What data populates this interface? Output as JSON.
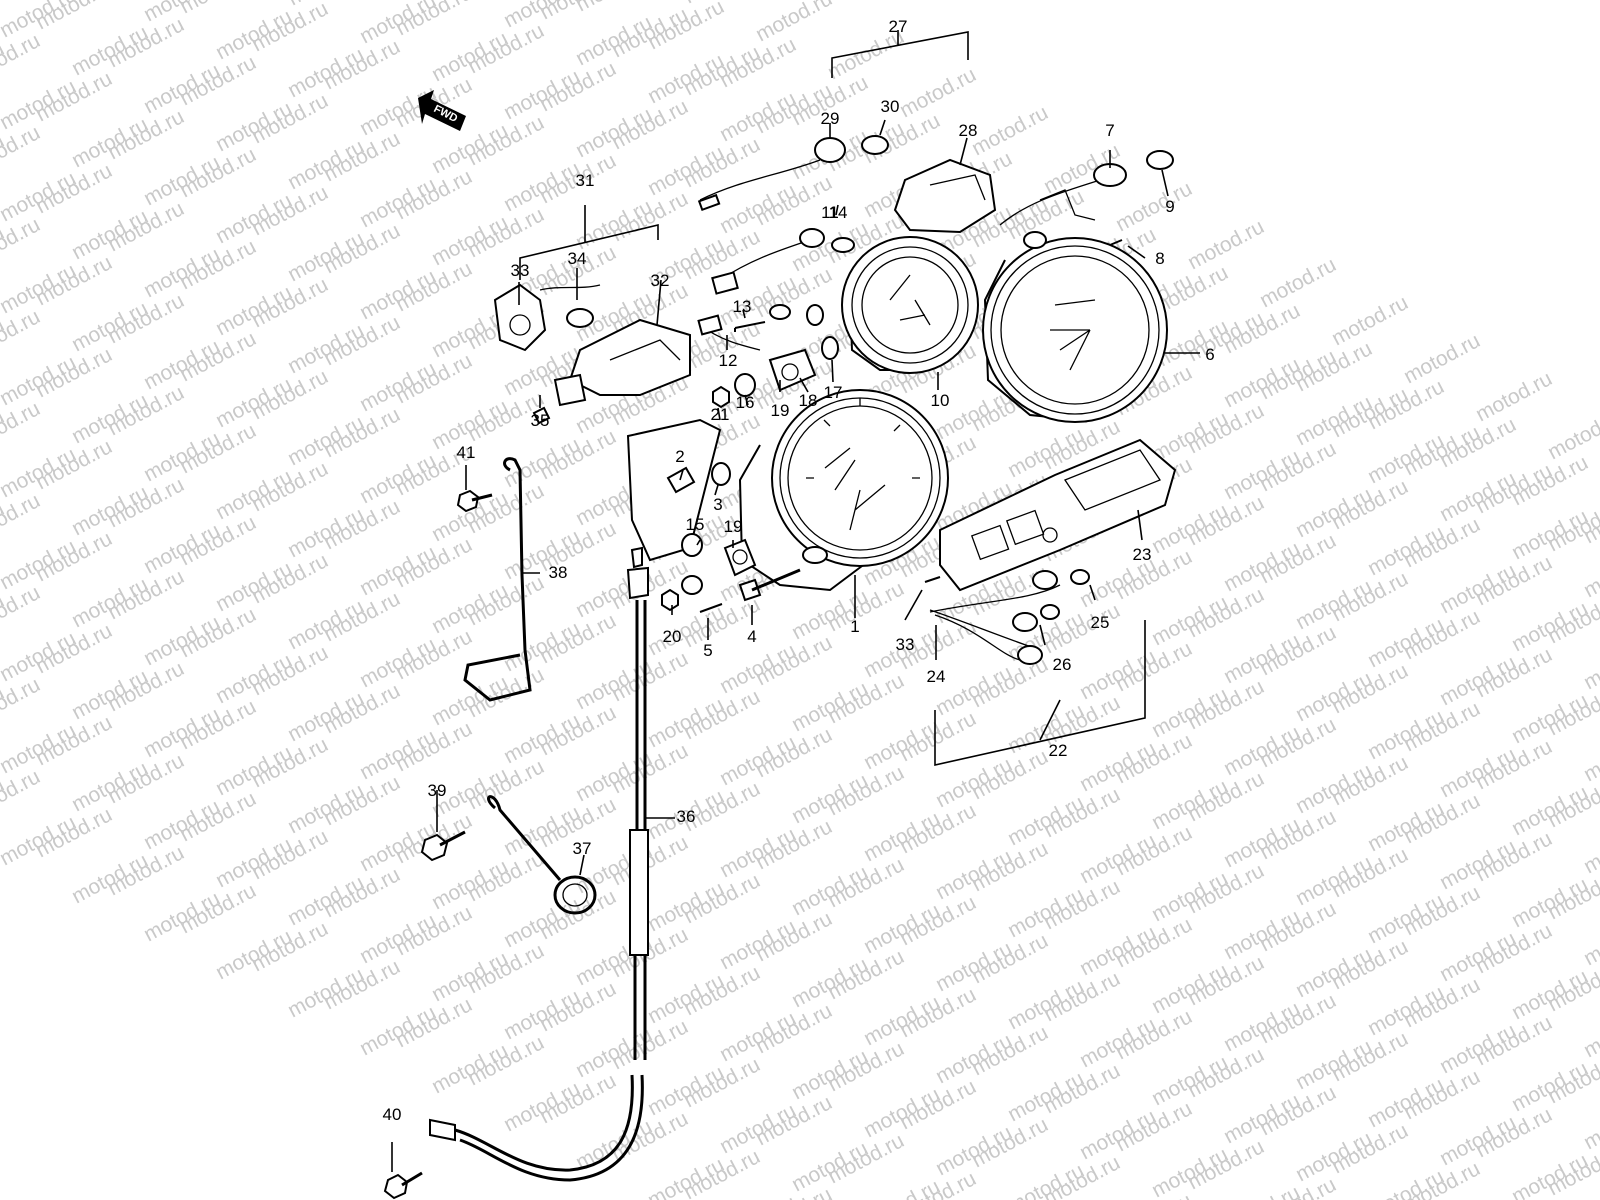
{
  "watermark": {
    "text": "motod.ru"
  },
  "direction_badge": {
    "text": "FWD"
  },
  "callouts": [
    {
      "id": "c1",
      "text": "1"
    },
    {
      "id": "c2",
      "text": "2"
    },
    {
      "id": "c3",
      "text": "3"
    },
    {
      "id": "c4",
      "text": "4"
    },
    {
      "id": "c5",
      "text": "5"
    },
    {
      "id": "c6",
      "text": "6"
    },
    {
      "id": "c7",
      "text": "7"
    },
    {
      "id": "c8",
      "text": "8"
    },
    {
      "id": "c9",
      "text": "9"
    },
    {
      "id": "c10",
      "text": "10"
    },
    {
      "id": "c11",
      "text": "11"
    },
    {
      "id": "c12",
      "text": "12"
    },
    {
      "id": "c13",
      "text": "13"
    },
    {
      "id": "c14",
      "text": "14"
    },
    {
      "id": "c15",
      "text": "15"
    },
    {
      "id": "c16",
      "text": "16"
    },
    {
      "id": "c17",
      "text": "17"
    },
    {
      "id": "c18",
      "text": "18"
    },
    {
      "id": "c19a",
      "text": "19"
    },
    {
      "id": "c19b",
      "text": "19"
    },
    {
      "id": "c20",
      "text": "20"
    },
    {
      "id": "c21",
      "text": "21"
    },
    {
      "id": "c22",
      "text": "22"
    },
    {
      "id": "c23",
      "text": "23"
    },
    {
      "id": "c24",
      "text": "24"
    },
    {
      "id": "c25",
      "text": "25"
    },
    {
      "id": "c26",
      "text": "26"
    },
    {
      "id": "c27",
      "text": "27"
    },
    {
      "id": "c28",
      "text": "28"
    },
    {
      "id": "c29",
      "text": "29"
    },
    {
      "id": "c30",
      "text": "30"
    },
    {
      "id": "c31",
      "text": "31"
    },
    {
      "id": "c32",
      "text": "32"
    },
    {
      "id": "c33a",
      "text": "33"
    },
    {
      "id": "c33b",
      "text": "33"
    },
    {
      "id": "c34",
      "text": "34"
    },
    {
      "id": "c35",
      "text": "35"
    },
    {
      "id": "c36",
      "text": "36"
    },
    {
      "id": "c37",
      "text": "37"
    },
    {
      "id": "c38",
      "text": "38"
    },
    {
      "id": "c39",
      "text": "39"
    },
    {
      "id": "c40",
      "text": "40"
    },
    {
      "id": "c41",
      "text": "41"
    }
  ]
}
